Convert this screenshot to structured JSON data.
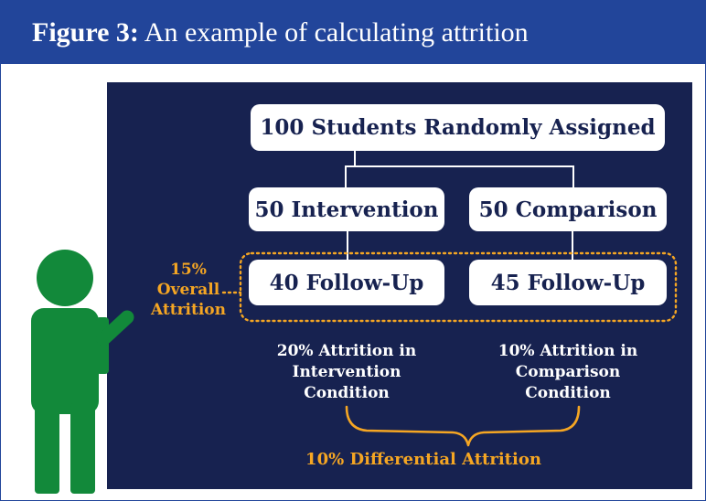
{
  "header": {
    "figure_label": "Figure 3:",
    "title": "An example of calculating attrition"
  },
  "diagram": {
    "root": "100 Students Randomly Assigned",
    "intervention": "50 Intervention",
    "comparison": "50 Comparison",
    "intervention_followup": "40 Follow-Up",
    "comparison_followup": "45 Follow-Up",
    "intervention_attrition": [
      "20% Attrition in",
      "Intervention",
      "Condition"
    ],
    "comparison_attrition": [
      "10% Attrition in",
      "Comparison",
      "Condition"
    ],
    "overall_attrition": [
      "15%",
      "Overall",
      "Attrition"
    ],
    "differential_attrition": "10% Differential Attrition"
  },
  "colors": {
    "header_bg": "#22459a",
    "panel_bg": "#172250",
    "accent_orange": "#f5a623",
    "person_green": "#12893a"
  },
  "icons": {
    "person": "person-pointing-icon"
  }
}
